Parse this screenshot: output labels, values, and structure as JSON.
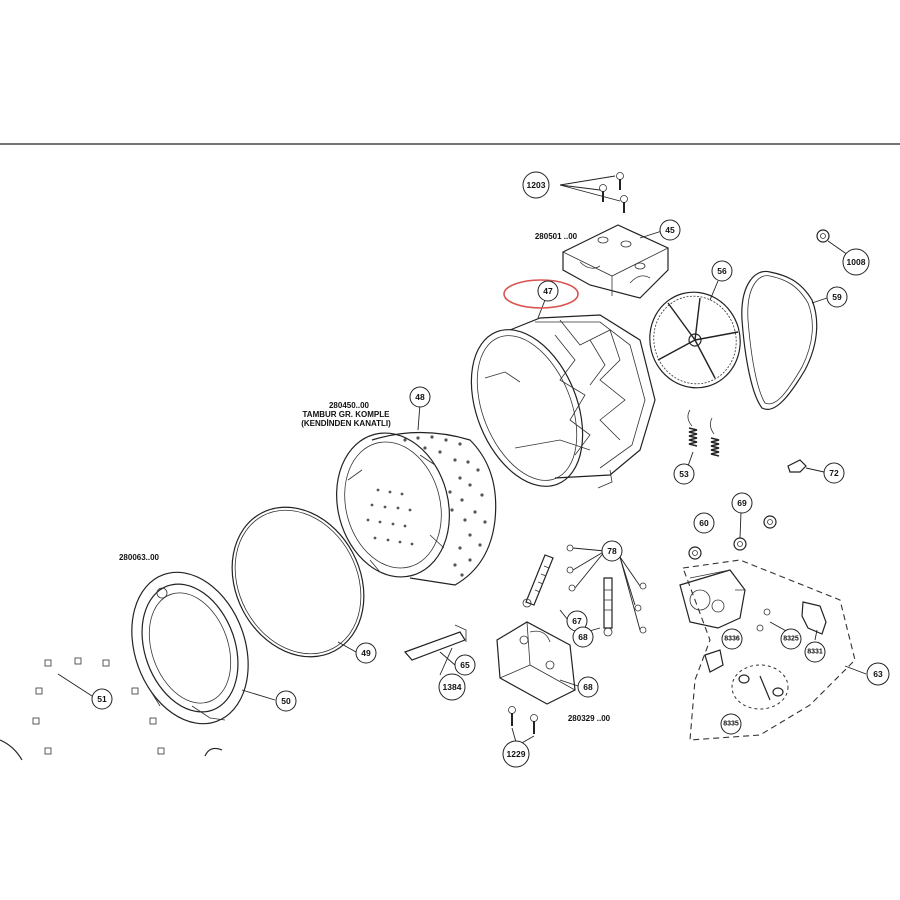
{
  "balloons": [
    {
      "id": "1203",
      "text": "1203"
    },
    {
      "id": "45",
      "text": "45"
    },
    {
      "id": "1008",
      "text": "1008"
    },
    {
      "id": "47",
      "text": "47"
    },
    {
      "id": "56",
      "text": "56"
    },
    {
      "id": "59",
      "text": "59"
    },
    {
      "id": "48",
      "text": "48"
    },
    {
      "id": "53",
      "text": "53"
    },
    {
      "id": "72",
      "text": "72"
    },
    {
      "id": "69",
      "text": "69"
    },
    {
      "id": "60",
      "text": "60"
    },
    {
      "id": "78",
      "text": "78"
    },
    {
      "id": "67",
      "text": "67"
    },
    {
      "id": "68a",
      "text": "68"
    },
    {
      "id": "68b",
      "text": "68"
    },
    {
      "id": "8336",
      "text": "8336"
    },
    {
      "id": "8325",
      "text": "8325"
    },
    {
      "id": "8331",
      "text": "8331"
    },
    {
      "id": "63",
      "text": "63"
    },
    {
      "id": "8335",
      "text": "8335"
    },
    {
      "id": "49",
      "text": "49"
    },
    {
      "id": "65",
      "text": "65"
    },
    {
      "id": "1384",
      "text": "1384"
    },
    {
      "id": "1229",
      "text": "1229"
    },
    {
      "id": "51",
      "text": "51"
    },
    {
      "id": "50",
      "text": "50"
    }
  ],
  "texts": {
    "code_280501": "280501 ..00",
    "code_280450": "280450..00",
    "tambur_line1": "TAMBUR GR. KOMPLE",
    "tambur_line2": "(KENDİNDEN KANATLI)",
    "code_280063": "280063..00",
    "code_280329": "280329 ..00"
  },
  "highlight": {
    "target": "47",
    "color": "#d9534f"
  },
  "colors": {
    "line": "#222222",
    "highlight": "#d9534f"
  }
}
